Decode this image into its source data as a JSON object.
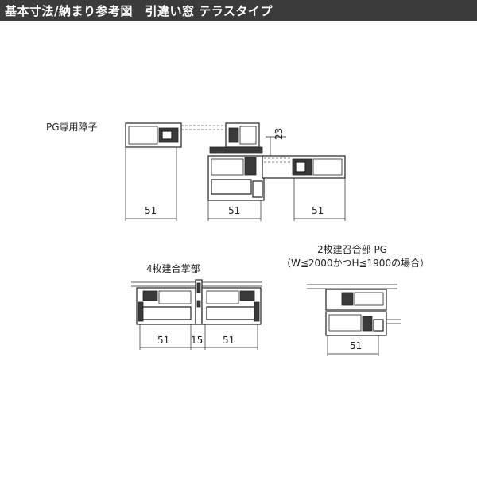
{
  "header": {
    "title": "基本寸法/納まり参考図　引違い窓 テラスタイプ"
  },
  "figures": {
    "pg_screen": {
      "label": "PG専用障子",
      "dims": [
        "51",
        "51",
        "51"
      ],
      "vertical_dim": "23"
    },
    "four_panel": {
      "label": "4枚建合掌部",
      "dims": [
        "51",
        "15",
        "51"
      ]
    },
    "two_panel": {
      "label_line1": "2枚建召合部 PG",
      "label_line2": "（W≦2000かつH≦1900の場合）",
      "dims": [
        "51"
      ]
    }
  }
}
